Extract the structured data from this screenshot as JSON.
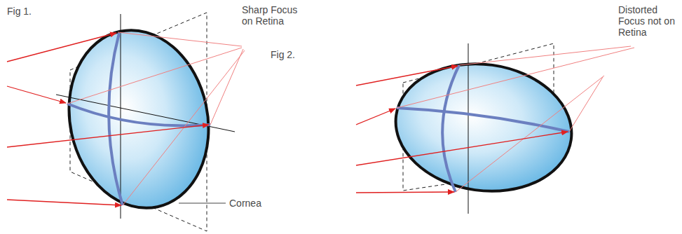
{
  "diagram": {
    "labels": [
      "Fig 1.",
      "Sharp Focus on Retina",
      "Cornea",
      "Fig 2.",
      "Distorted Focus not on Retina"
    ]
  }
}
